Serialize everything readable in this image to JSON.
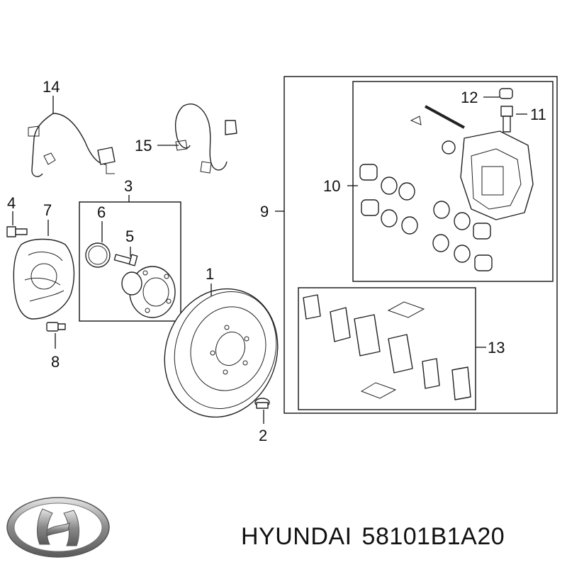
{
  "callouts": {
    "c1": "1",
    "c2": "2",
    "c3": "3",
    "c4": "4",
    "c5": "5",
    "c6": "6",
    "c7": "7",
    "c8": "8",
    "c9": "9",
    "c10": "10",
    "c11": "11",
    "c12": "12",
    "c13": "13",
    "c14": "14",
    "c15": "15"
  },
  "caption": {
    "brand": "HYUNDAI",
    "part_number": "58101B1A20"
  },
  "logo": {
    "icon": "hyundai-logo-icon"
  }
}
